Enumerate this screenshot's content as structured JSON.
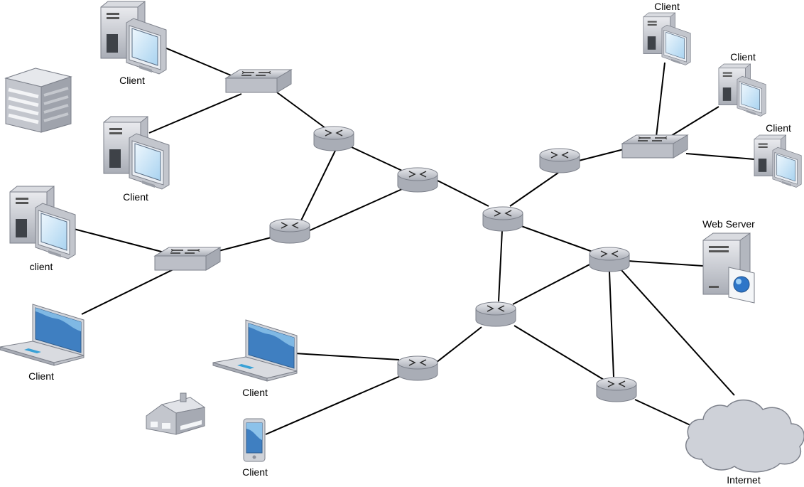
{
  "labels": {
    "client_top_left": "Client",
    "client_mid_left": "Client",
    "client_lower_left": "client",
    "client_laptop_left": "Client",
    "client_laptop_mid": "Client",
    "client_phone": "Client",
    "client_right_top": "Client",
    "client_right_mid": "Client",
    "client_right_low": "Client",
    "web_server": "Web Server",
    "internet": "Internet"
  },
  "icons": {
    "client": "desktop-computer-icon",
    "laptop": "laptop-icon",
    "phone": "mobile-phone-icon",
    "switch": "network-switch-icon",
    "router": "router-icon",
    "server": "web-server-icon",
    "cloud": "internet-cloud-icon",
    "datacenter": "datacenter-building-icon",
    "home": "home-building-icon"
  },
  "colors": {
    "device_gray": "#c9cbd2",
    "device_dark": "#8f939d",
    "screen_blue": "#2f6fb5",
    "screen_light": "#d7ecfa",
    "link": "#000000"
  }
}
